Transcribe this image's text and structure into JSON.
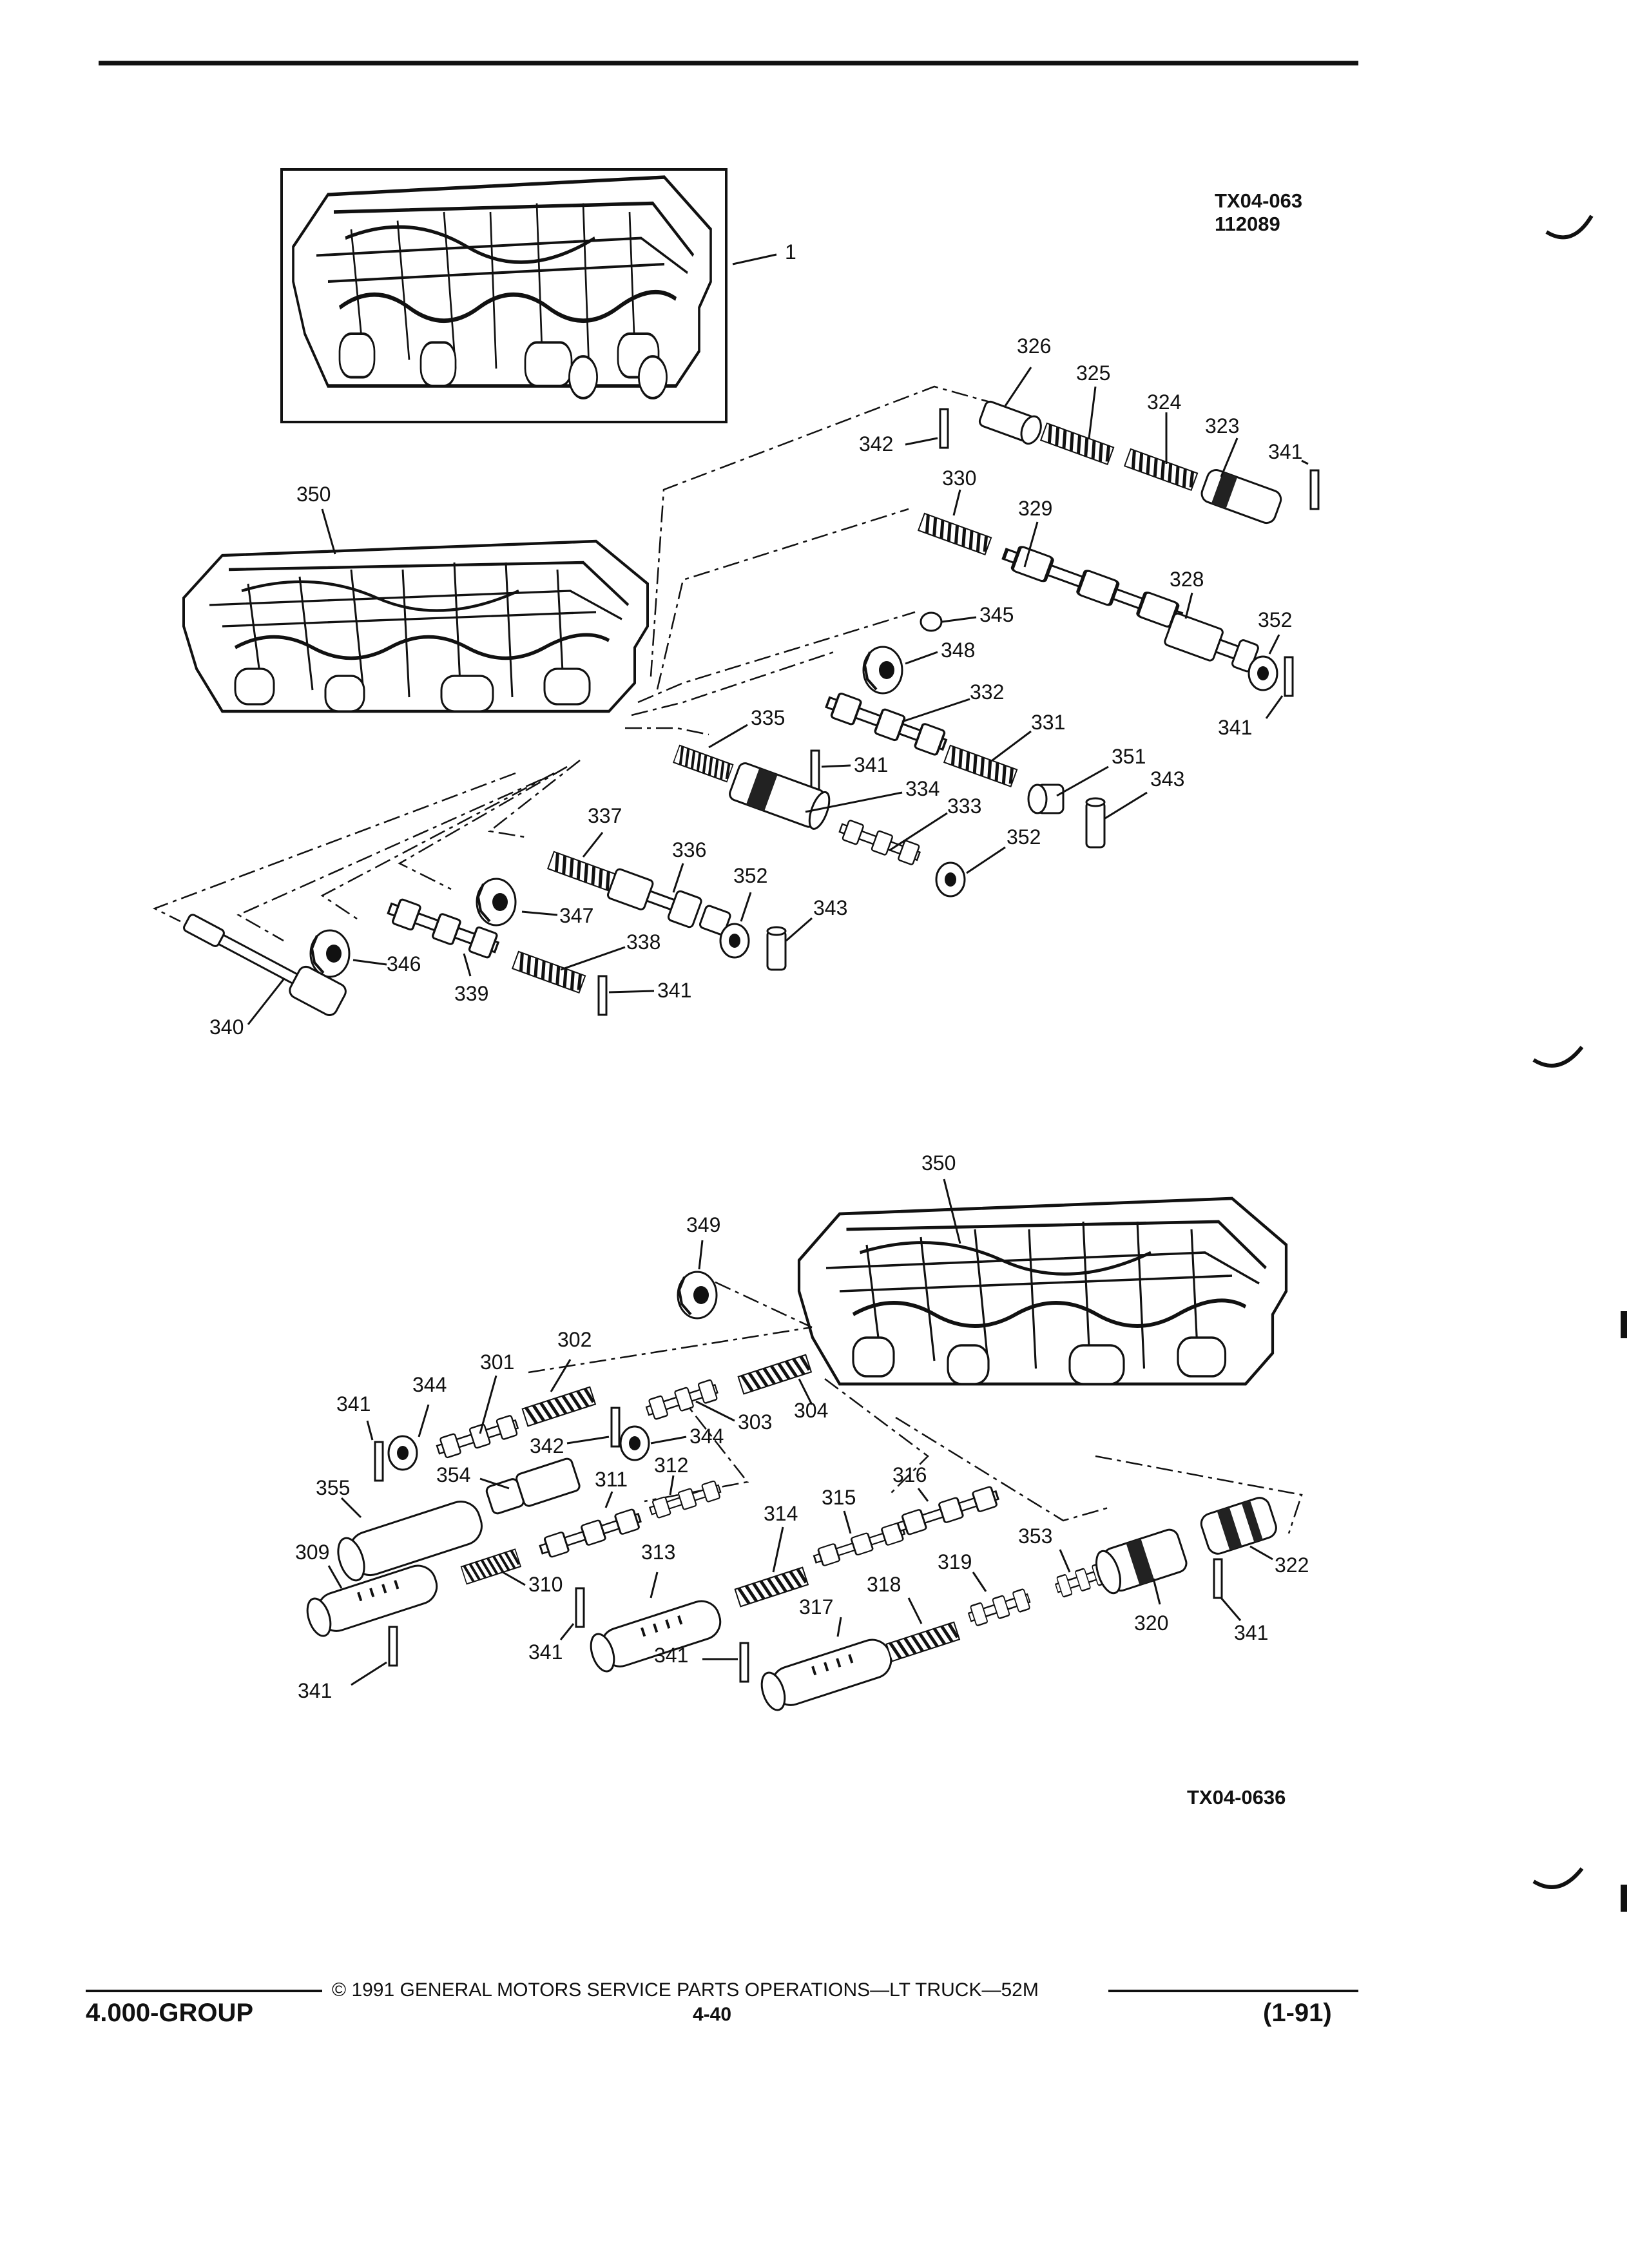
{
  "figure_codes": {
    "upper_code": "TX04-063",
    "upper_date": "112089",
    "lower_code": "TX04-0636"
  },
  "labels": {
    "l1": "1",
    "l350a": "350",
    "l326": "326",
    "l325": "325",
    "l324": "324",
    "l323": "323",
    "l341a": "341",
    "l342a": "342",
    "l330": "330",
    "l329": "329",
    "l328": "328",
    "l352a": "352",
    "l341b": "341",
    "l345": "345",
    "l348": "348",
    "l332": "332",
    "l331": "331",
    "l335": "335",
    "l341c": "341",
    "l351": "351",
    "l343a": "343",
    "l334": "334",
    "l333": "333",
    "l352b": "352",
    "l337": "337",
    "l336": "336",
    "l352c": "352",
    "l343b": "343",
    "l347": "347",
    "l338": "338",
    "l346": "346",
    "l339": "339",
    "l341d": "341",
    "l340": "340",
    "l350b": "350",
    "l349": "349",
    "l302": "302",
    "l301": "301",
    "l344a": "344",
    "l341e": "341",
    "l303": "303",
    "l304": "304",
    "l342b": "342",
    "l344b": "344",
    "l355": "355",
    "l354": "354",
    "l311": "311",
    "l312": "312",
    "l315": "315",
    "l316": "316",
    "l314": "314",
    "l309": "309",
    "l313": "313",
    "l310": "310",
    "l353": "353",
    "l322": "322",
    "l319": "319",
    "l318": "318",
    "l320": "320",
    "l317": "317",
    "l341f": "341",
    "l341g": "341",
    "l341h": "341",
    "l341i": "341"
  },
  "footer": {
    "copyright": "©  1991  GENERAL MOTORS SERVICE PARTS OPERATIONS—LT TRUCK—52M",
    "group": "4.000-GROUP",
    "page": "4-40",
    "date": "(1-91)"
  }
}
